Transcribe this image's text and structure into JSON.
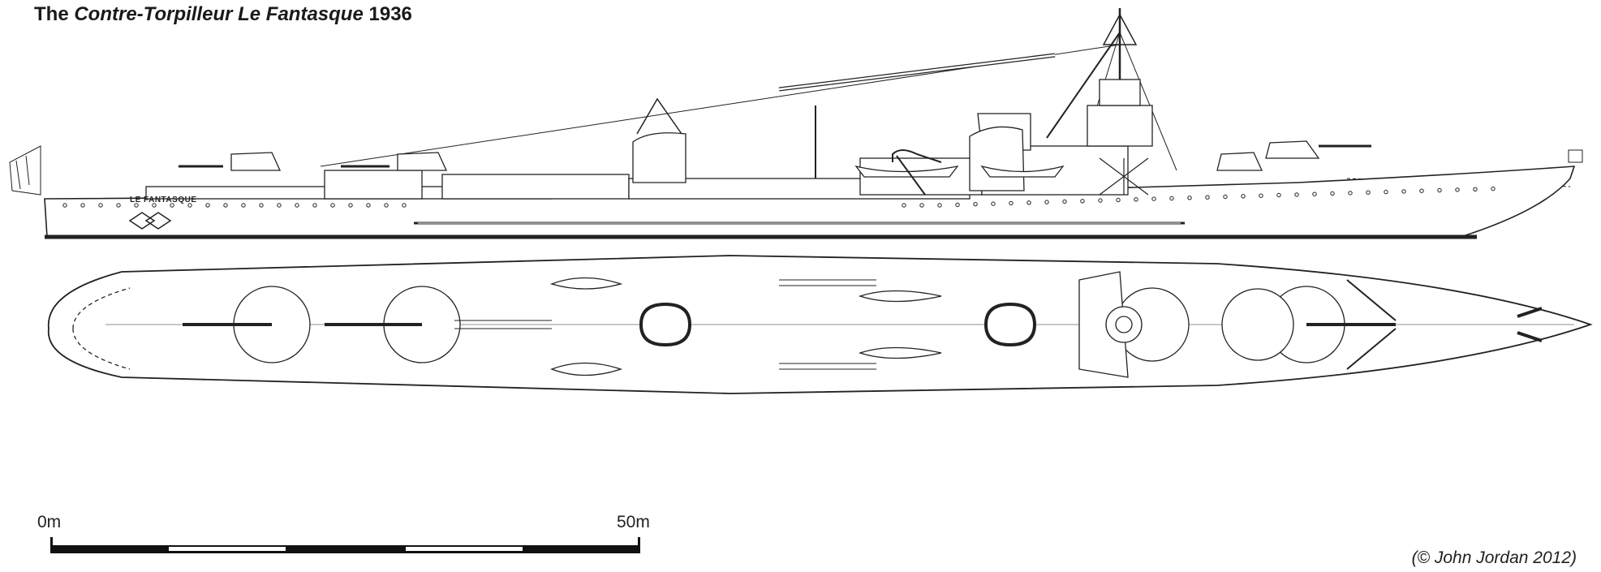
{
  "title": {
    "prefix": "The",
    "italic": "Contre-Torpilleur Le Fantasque",
    "suffix": "1936"
  },
  "hull_name": "LE FANTASQUE",
  "scale_bar": {
    "start_label": "0m",
    "end_label": "50m",
    "length_m": 50,
    "segments": 5
  },
  "credit": "(© John Jordan 2012)",
  "views": [
    "profile",
    "plan"
  ]
}
